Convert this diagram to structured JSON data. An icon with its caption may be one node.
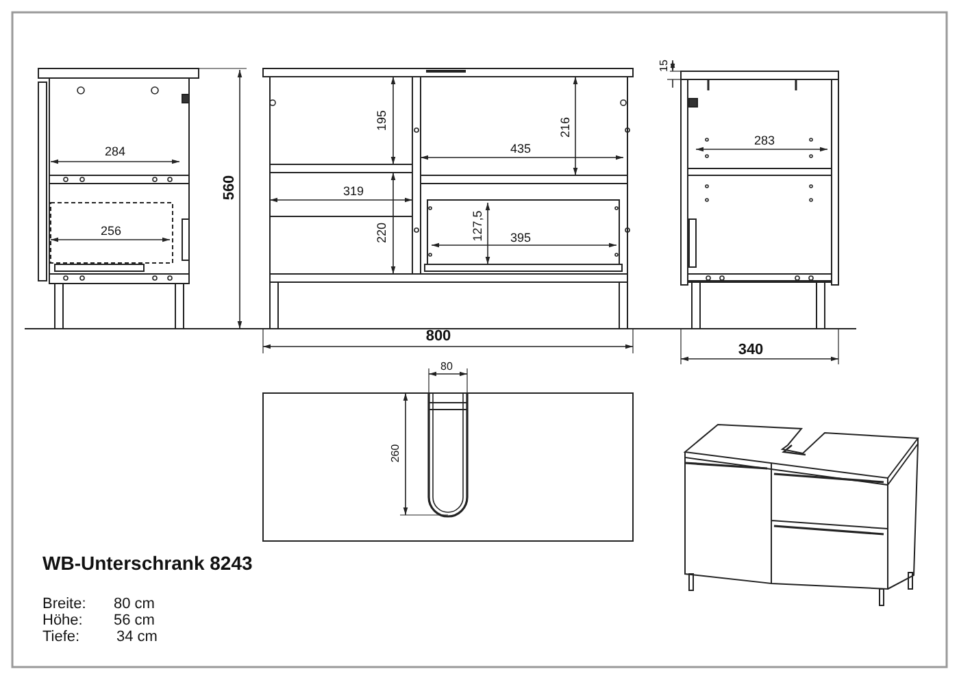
{
  "diagram": {
    "title": "WB-Unterschrank 8243",
    "labels": [
      "15",
      "195",
      "216",
      "284",
      "435",
      "283",
      "560",
      "319",
      "127,5",
      "220",
      "256",
      "395",
      "800",
      "340",
      "80",
      "260",
      "Breite:",
      "80 cm",
      "Höhe:",
      "56 cm",
      "Tiefe:",
      "34 cm"
    ]
  }
}
